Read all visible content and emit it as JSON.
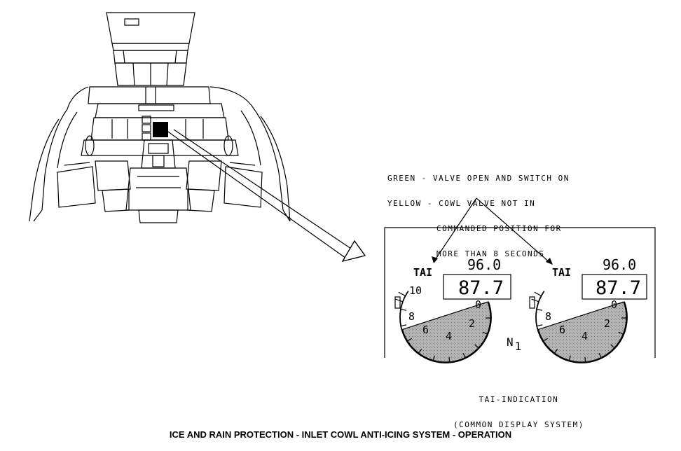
{
  "legend": {
    "line1": "GREEN - VALVE OPEN AND SWITCH ON",
    "line2": "YELLOW - COWL VALVE NOT IN",
    "line3": "COMMANDED POSITION FOR",
    "line4": "MORE THAN 8 SECONDS"
  },
  "gauges": [
    {
      "flag": "TAI",
      "top_value": "96.0",
      "box_value": "87.7",
      "ticks": [
        "10",
        "8",
        "6",
        "4",
        "2",
        "0"
      ],
      "reading": 87.7
    },
    {
      "flag": "TAI",
      "top_value": "96.0",
      "box_value": "87.7",
      "ticks": [
        "8",
        "6",
        "4",
        "2",
        "0"
      ],
      "reading": 87.7
    }
  ],
  "n1_label": {
    "main": "N",
    "sub": "1"
  },
  "caption": {
    "line1": "TAI-INDICATION",
    "line2": "(COMMON DISPLAY SYSTEM)"
  },
  "footer_title": "ICE AND RAIN PROTECTION - INLET COWL ANTI-ICING SYSTEM - OPERATION",
  "colors": {
    "ink": "#000000",
    "fill_gray": "#a8a8a8"
  }
}
